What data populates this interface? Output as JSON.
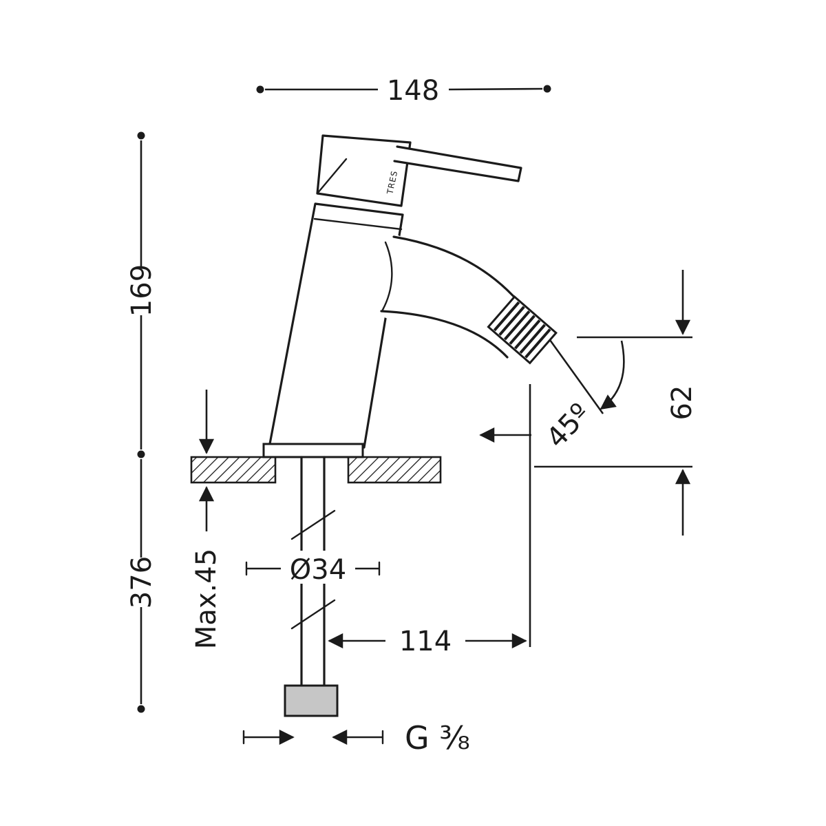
{
  "drawing": {
    "brand": "TRES",
    "dims": {
      "width": "148",
      "body_height": "169",
      "total_height": "376",
      "deck_thickness": "Max.45",
      "hole_diameter": "Ø34",
      "reach": "114",
      "outlet_drop": "62",
      "outlet_angle": "45º",
      "thread": "G ⅜"
    }
  }
}
